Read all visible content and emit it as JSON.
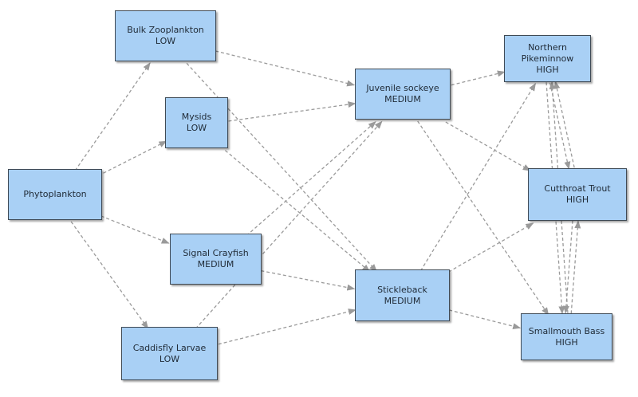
{
  "colors": {
    "node_fill": "#a9d0f5",
    "node_border": "#3f4a55",
    "edge": "#9a9a9a",
    "background": "#ffffff"
  },
  "nodes": {
    "phytoplankton": {
      "name": "Phytoplankton",
      "level": ""
    },
    "bulk_zooplankton": {
      "name": "Bulk Zooplankton",
      "level": "LOW"
    },
    "mysids": {
      "name": "Mysids",
      "level": "LOW"
    },
    "signal_crayfish": {
      "name": "Signal Crayfish",
      "level": "MEDIUM"
    },
    "caddisfly_larvae": {
      "name": "Caddisfly Larvae",
      "level": "LOW"
    },
    "juvenile_sockeye": {
      "name": "Juvenile sockeye",
      "level": "MEDIUM"
    },
    "stickleback": {
      "name": "Stickleback",
      "level": "MEDIUM"
    },
    "northern_pikeminnow": {
      "name": "Northern Pikeminnow",
      "level": "HIGH"
    },
    "cutthroat_trout": {
      "name": "Cutthroat Trout",
      "level": "HIGH"
    },
    "smallmouth_bass": {
      "name": "Smallmouth Bass",
      "level": "HIGH"
    }
  },
  "edges": [
    {
      "from": "phytoplankton",
      "to": "bulk_zooplankton"
    },
    {
      "from": "phytoplankton",
      "to": "mysids"
    },
    {
      "from": "phytoplankton",
      "to": "signal_crayfish"
    },
    {
      "from": "phytoplankton",
      "to": "caddisfly_larvae"
    },
    {
      "from": "bulk_zooplankton",
      "to": "juvenile_sockeye"
    },
    {
      "from": "bulk_zooplankton",
      "to": "stickleback"
    },
    {
      "from": "mysids",
      "to": "juvenile_sockeye"
    },
    {
      "from": "mysids",
      "to": "stickleback"
    },
    {
      "from": "signal_crayfish",
      "to": "juvenile_sockeye"
    },
    {
      "from": "signal_crayfish",
      "to": "stickleback"
    },
    {
      "from": "caddisfly_larvae",
      "to": "juvenile_sockeye"
    },
    {
      "from": "caddisfly_larvae",
      "to": "stickleback"
    },
    {
      "from": "juvenile_sockeye",
      "to": "northern_pikeminnow"
    },
    {
      "from": "juvenile_sockeye",
      "to": "cutthroat_trout"
    },
    {
      "from": "juvenile_sockeye",
      "to": "smallmouth_bass"
    },
    {
      "from": "stickleback",
      "to": "northern_pikeminnow"
    },
    {
      "from": "stickleback",
      "to": "cutthroat_trout"
    },
    {
      "from": "stickleback",
      "to": "smallmouth_bass"
    },
    {
      "from": "northern_pikeminnow",
      "to": "cutthroat_trout"
    },
    {
      "from": "cutthroat_trout",
      "to": "northern_pikeminnow"
    },
    {
      "from": "northern_pikeminnow",
      "to": "smallmouth_bass"
    },
    {
      "from": "smallmouth_bass",
      "to": "northern_pikeminnow"
    },
    {
      "from": "cutthroat_trout",
      "to": "smallmouth_bass"
    },
    {
      "from": "smallmouth_bass",
      "to": "cutthroat_trout"
    }
  ]
}
